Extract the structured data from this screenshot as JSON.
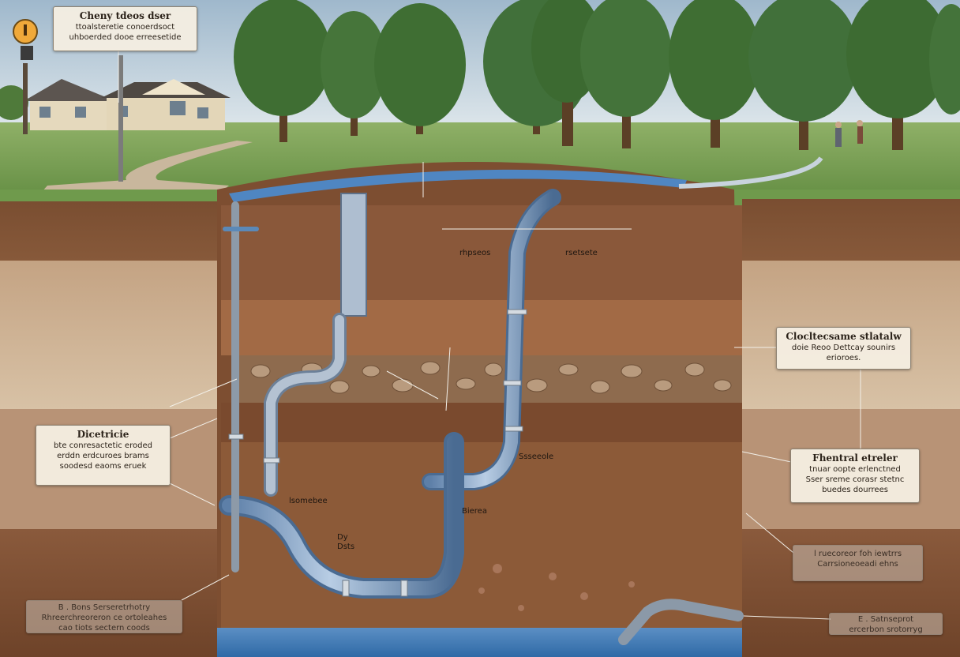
{
  "diagram": {
    "labels": {
      "top_left": {
        "title": "Cheny tdeos dser",
        "lines": [
          "ttoalsteretie conoerdsoct",
          "uhboerded dooe erreesetide"
        ]
      },
      "mid_right": {
        "title": "Clocltecsame stlatalw",
        "lines": [
          "doie Reoo Dettcay sounirs",
          "erioroes."
        ]
      },
      "left_middle": {
        "title": "Dicetricie",
        "lines": [
          "bte conresactetic eroded",
          "erddn erdcuroes brams",
          "soodesd eaoms eruek"
        ]
      },
      "right_lower": {
        "title": "Fhentral etreler",
        "lines": [
          "tnuar oopte erlenctned",
          "Sser sreme corasr stetnc",
          "buedes dourrees"
        ]
      },
      "right_bottom": {
        "title": "",
        "lines": [
          "l ruecoreor foh iewtrrs",
          "Carrsioneoeadi ehns"
        ]
      },
      "left_bottom": {
        "title": "",
        "lines": [
          "B . Bons Serseretrhotry",
          "Rhreerchreoreron ce ortoleahes",
          "cao tiots sectern coods"
        ]
      },
      "right_corner": {
        "title": "",
        "lines": [
          "E . Satnseprot",
          "ercerbon srotorryg"
        ]
      }
    },
    "callouts": [
      {
        "id": "a",
        "text": "rhpseos"
      },
      {
        "id": "b",
        "text": "rsetsete"
      },
      {
        "id": "c",
        "text": "Ssseeole"
      },
      {
        "id": "d",
        "text": "lsomebee"
      },
      {
        "id": "e",
        "text": "Bierea"
      },
      {
        "id": "f",
        "text": "Dy"
      },
      {
        "id": "g",
        "text": "Dsts"
      }
    ]
  }
}
